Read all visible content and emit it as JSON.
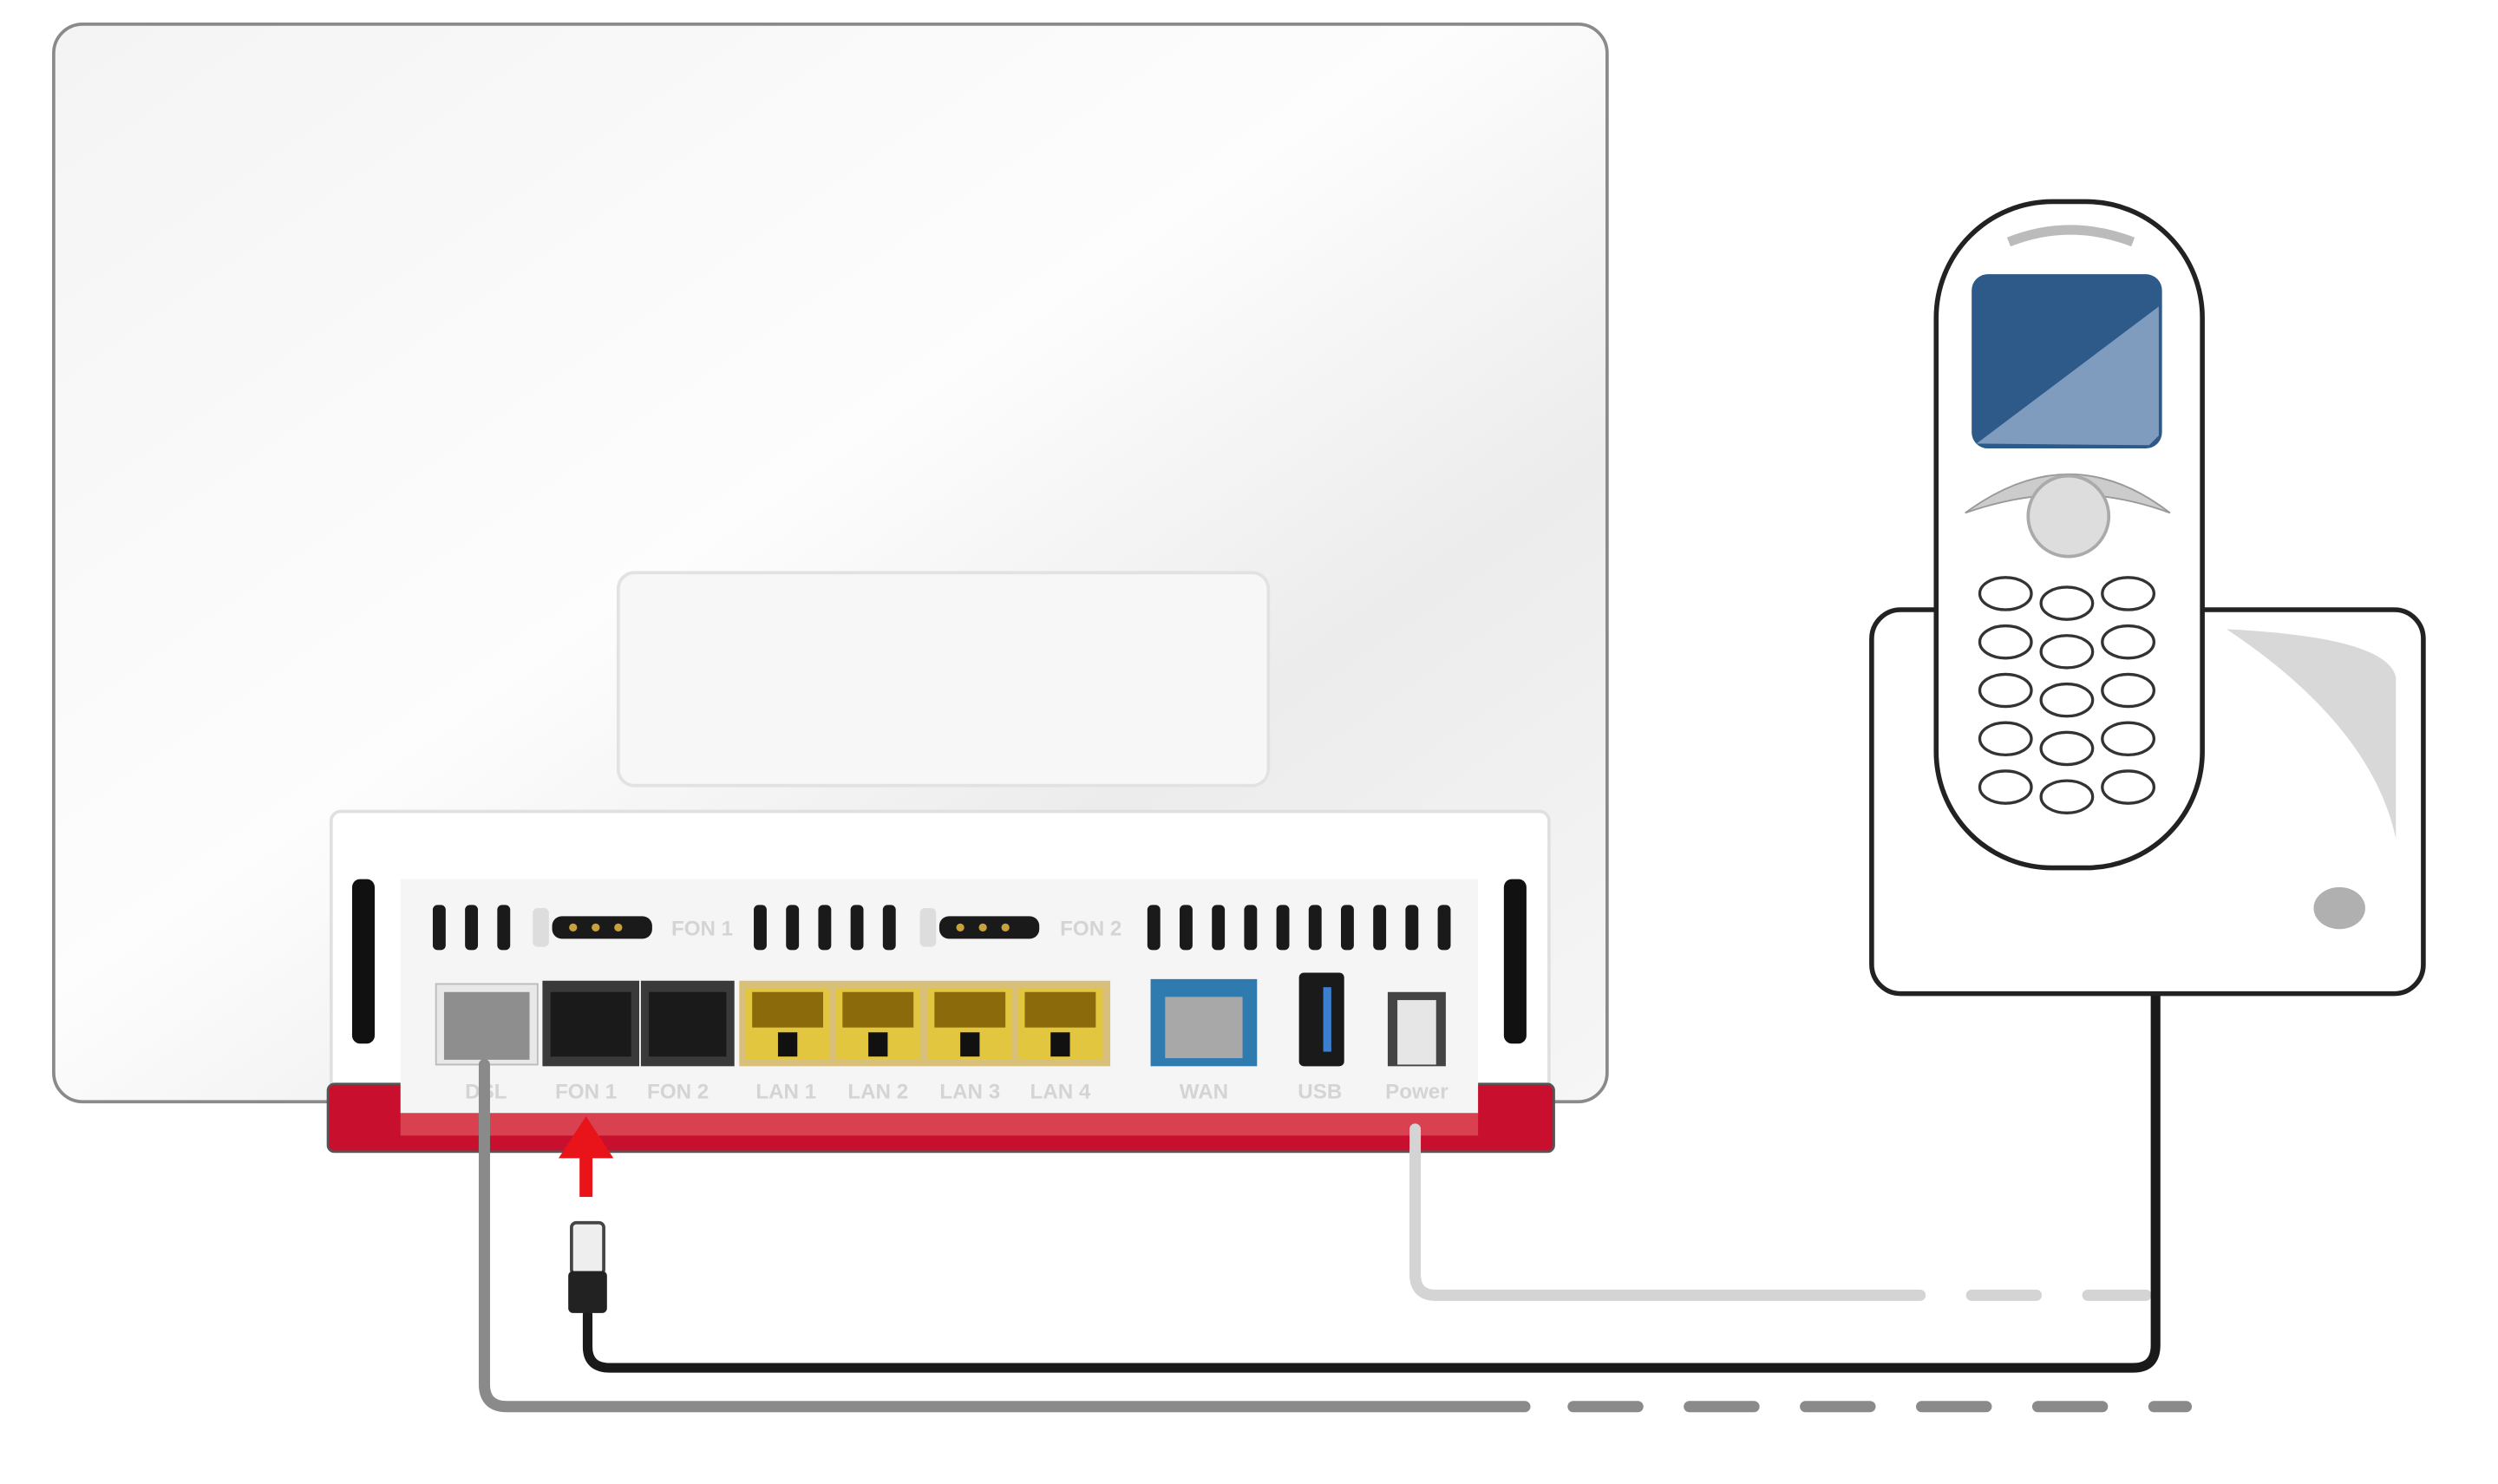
{
  "router": {
    "top_labels": {
      "fon1": "FON 1",
      "fon2": "FON 2"
    },
    "ports": {
      "dsl": "DSL",
      "fon1": "FON 1",
      "fon2": "FON 2",
      "lan1": "LAN 1",
      "lan2": "LAN 2",
      "lan3": "LAN 3",
      "lan4": "LAN 4",
      "wan": "WAN",
      "usb": "USB",
      "power": "Power"
    }
  },
  "colors": {
    "accent_red": "#c8102e",
    "lan_yellow": "#e3c640",
    "wan_blue": "#2f7bb0",
    "phone_screen": "#2e5a8a"
  }
}
